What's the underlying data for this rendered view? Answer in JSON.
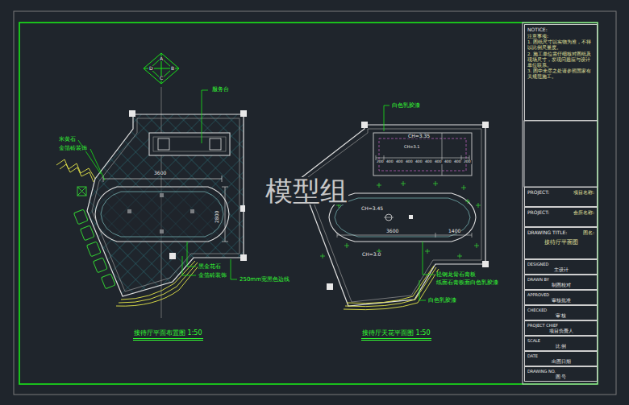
{
  "diagram": {
    "nodes": [
      {
        "text": [
          "NOTICE:",
          "注意事项:",
          "1. 图纸尺寸以实物为准，不得以比例尺量度。",
          "2. 施工单位需仔细核对图纸及现场尺寸，发现问题应与设计单位联系。",
          "3. 图中未尽之处请参照国家有关规范施工。"
        ]
      },
      {
        "text": [
          "PROJECT:",
          "项目名称:"
        ]
      },
      {
        "text": [
          "PROJECT:",
          "会所名称:"
        ]
      },
      {
        "text": [
          "DRAWING TITLE:",
          "图名:",
          "接待厅平面图"
        ]
      },
      {
        "text": [
          "DESIGNED",
          "主设计"
        ]
      },
      {
        "text": [
          "DRAWN BY",
          "制图校对"
        ]
      },
      {
        "text": [
          "APPROVED",
          "审核批准"
        ]
      },
      {
        "text": [
          "CHECKED",
          "审 核"
        ]
      },
      {
        "text": [
          "PROJECT CHIEF",
          "项目负责人"
        ]
      },
      {
        "text": [
          "SCALE",
          "比 例"
        ]
      },
      {
        "text": [
          "DATE",
          "出图日期"
        ]
      },
      {
        "text": [
          "DRAWING NO.",
          "图 号"
        ]
      }
    ],
    "labels": [
      "A",
      "B",
      "C",
      "D",
      "服务台",
      "米黄石",
      "金箔砖装饰",
      "3600",
      "2800",
      "黑金花石",
      "金箔砖装饰",
      "250mm宽黑色边线",
      "接待厅平面布置图 1:50",
      "白色乳胶漆",
      "CH=3.35",
      "CH=3.1",
      "200",
      "400",
      "400",
      "400",
      "400",
      "400",
      "400",
      "400",
      "400",
      "200",
      "CH=3.45",
      "3600",
      "1400",
      "CH=3.0",
      "轻钢龙骨石膏板",
      "纸面石膏板面白色乳胶漆",
      "白色乳胶漆",
      "接待厅天花平面图 1:50",
      "模型组"
    ]
  }
}
